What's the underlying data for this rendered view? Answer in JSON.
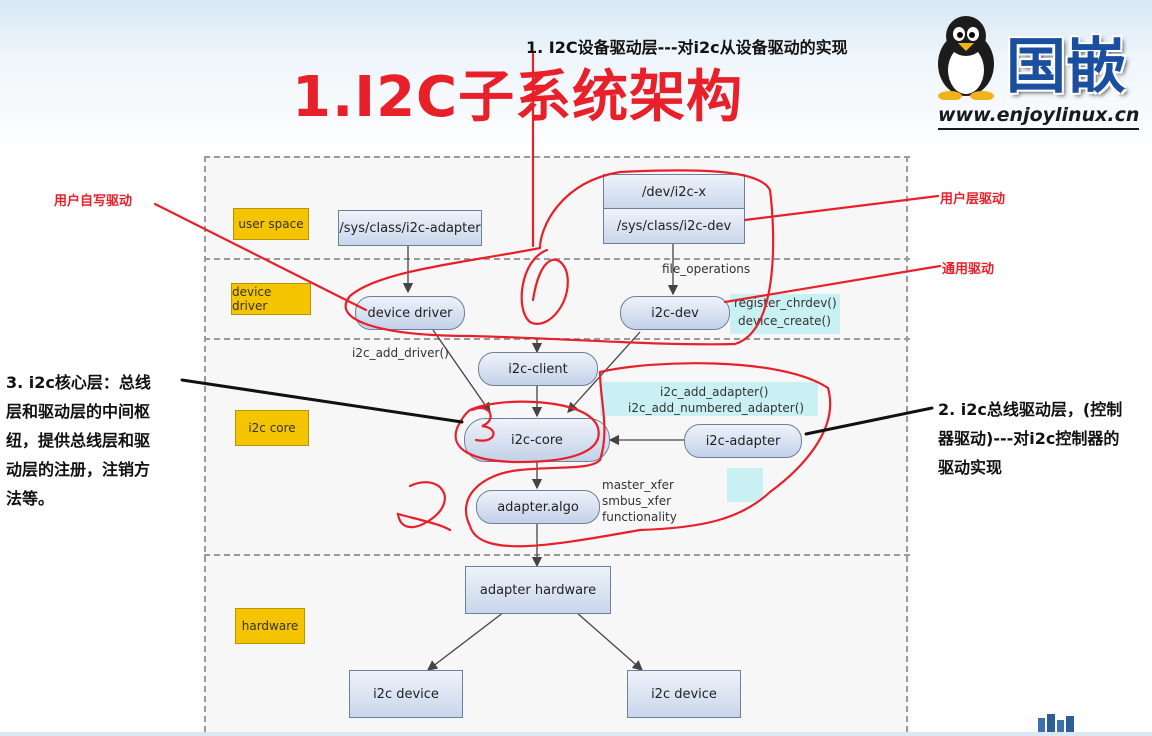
{
  "header": {
    "title": "1.I2C子系统架构",
    "subtitle": "1. I2C设备驱动层---对i2c从设备驱动的实现",
    "logo_text": "国嵌",
    "url": "www.enjoylinux.cn"
  },
  "notes": {
    "left": [
      "3. i2c核心层：总线",
      "层和驱动层的中间枢",
      "纽，提供总线层和驱",
      "动层的注册，注销方",
      "法等。"
    ],
    "right": [
      "2. i2c总线驱动层，(控制",
      "器驱动)---对i2c控制器的",
      "驱动实现"
    ]
  },
  "red_labels": {
    "user_driver": "用户自写驱动",
    "user_layer_driver": "用户层驱动",
    "generic_driver": "通用驱动"
  },
  "layers": [
    "user space",
    "device driver",
    "i2c core",
    "hardware"
  ],
  "nodes": {
    "sys_adapter": "/sys/class/i2c-adapter",
    "dev_i2c": "/dev/i2c-x",
    "sys_dev": "/sys/class/i2c-dev",
    "device_driver": "device driver",
    "i2c_dev": "i2c-dev",
    "i2c_client": "i2c-client",
    "i2c_core": "i2c-core",
    "i2c_adapter": "i2c-adapter",
    "adapter_algo": "adapter.algo",
    "adapter_hardware": "adapter hardware",
    "i2c_device_1": "i2c device",
    "i2c_device_2": "i2c device"
  },
  "annotations": {
    "file_operations": "file_operations",
    "register_chrdev": "register_chrdev()",
    "device_create": "device_create()",
    "i2c_add_driver": "i2c_add_driver()",
    "i2c_add_adapter": "i2c_add_adapter()",
    "i2c_add_numbered_adapter": "i2c_add_numbered_adapter()",
    "master_xfer": "master_xfer",
    "smbus_xfer": "smbus_xfer",
    "functionality": "functionality"
  },
  "colors": {
    "title_red": "#e8202a",
    "logo_blue": "#1a4fa0",
    "layer_tag_yellow": "#f4c400",
    "annotation_cyan": "#c9f1f4"
  }
}
